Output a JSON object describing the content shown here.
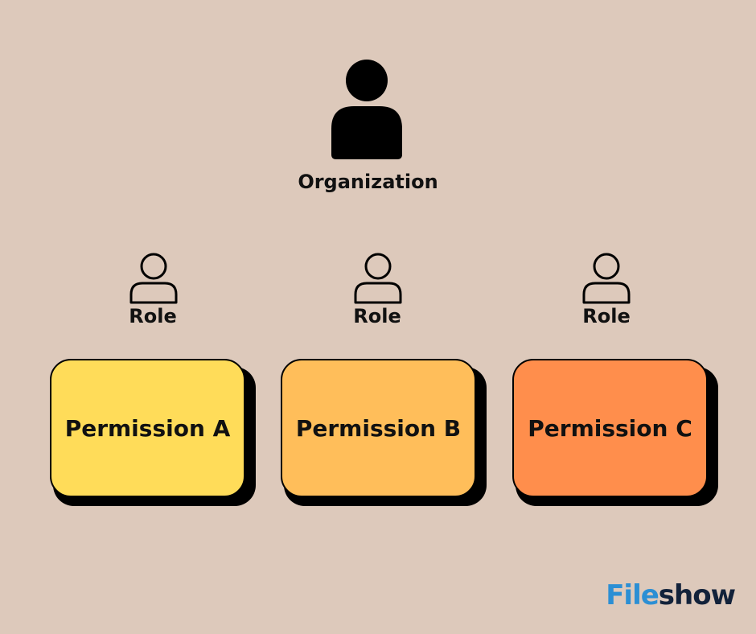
{
  "colors": {
    "background": "#DDC9BB",
    "ink": "#000000",
    "permission_a": "#FFDC59",
    "permission_b": "#FFBE5A",
    "permission_c": "#FF8E4C",
    "brand_file": "#2C8FD4",
    "brand_show": "#12223A"
  },
  "organization": {
    "icon": "person-filled-icon",
    "label": "Organization"
  },
  "roles": [
    {
      "icon": "person-outline-icon",
      "label": "Role"
    },
    {
      "icon": "person-outline-icon",
      "label": "Role"
    },
    {
      "icon": "person-outline-icon",
      "label": "Role"
    }
  ],
  "permissions": [
    {
      "label": "Permission A"
    },
    {
      "label": "Permission B"
    },
    {
      "label": "Permission C"
    }
  ],
  "brand": {
    "part1": "File",
    "part2": "show"
  }
}
